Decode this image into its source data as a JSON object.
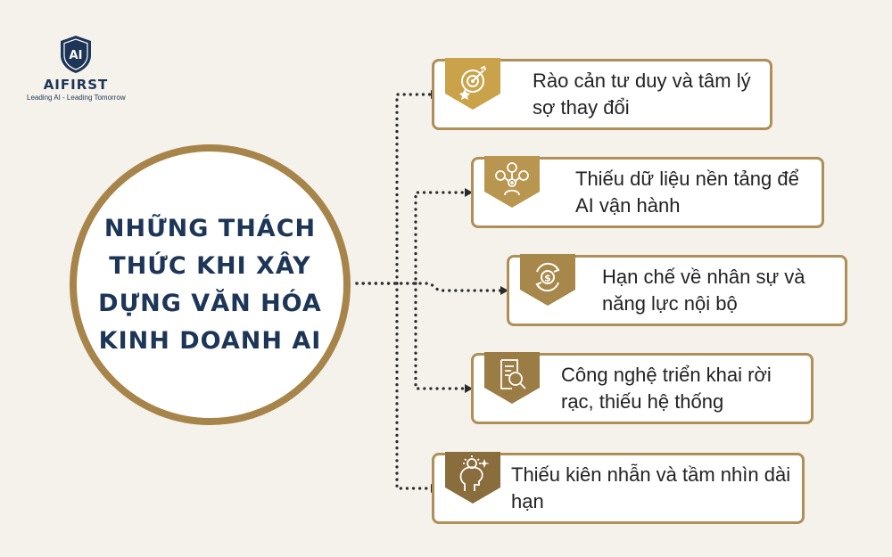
{
  "logo": {
    "mark": "AI",
    "name": "AIFIRST",
    "tagline": "Leading AI - Leading Tomorrow"
  },
  "hub": {
    "title": "NHỮNG THÁCH THỨC KHI XÂY DỰNG VĂN HÓA KINH DOANH AI"
  },
  "challenges": [
    {
      "text": "Rào cản tư duy và tâm lý sợ thay đổi",
      "icon": "target-icon",
      "badge_color": "#c9a24a"
    },
    {
      "text": "Thiếu dữ liệu nền tảng để AI vận hành",
      "icon": "data-network-icon",
      "badge_color": "#b8964f"
    },
    {
      "text": "Hạn chế về nhân sự và năng lực nội bộ",
      "icon": "dollar-cycle-icon",
      "badge_color": "#a8874b"
    },
    {
      "text": "Công nghệ triển khai rời rạc, thiếu hệ thống",
      "icon": "magnifier-report-icon",
      "badge_color": "#9c7c45"
    },
    {
      "text": "Thiếu kiên nhẫn và tầm nhìn dài hạn",
      "icon": "mind-bulb-icon",
      "badge_color": "#8a6d3c"
    }
  ],
  "colors": {
    "background": "#f5f2ec",
    "navy": "#1d3557",
    "gold": "#a7854a",
    "connector": "#2a2a2a"
  }
}
